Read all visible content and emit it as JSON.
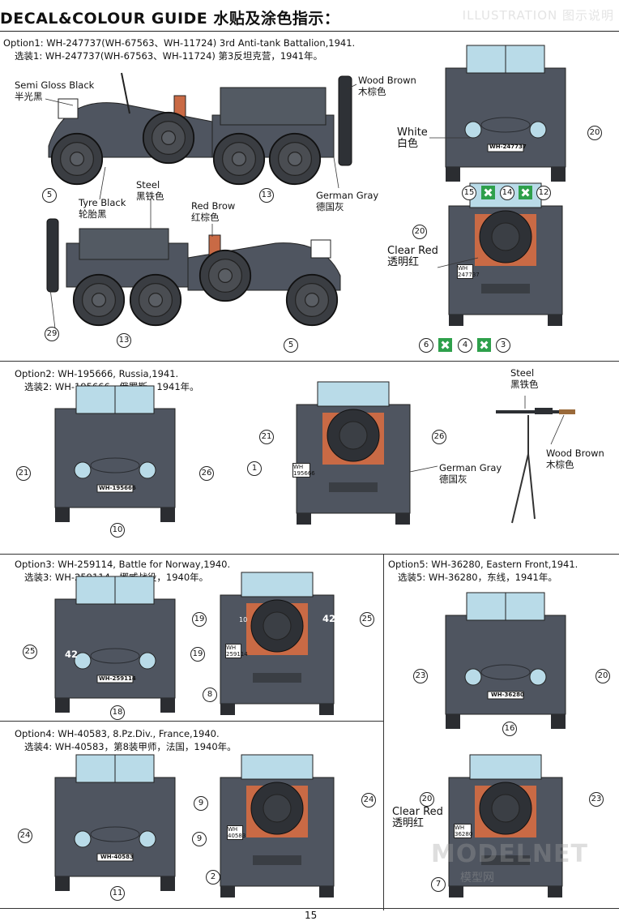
{
  "header": {
    "title": "DECAL&COLOUR GUIDE 水贴及涂色指示：",
    "ghost_title": "ILLUSTRATION 图示说明"
  },
  "options": [
    {
      "line1": "Option1: WH-247737(WH-67563、WH-11724) 3rd Anti-tank Battalion,1941.",
      "line2": "选装1: WH-247737(WH-67563、WH-11724) 第3反坦克营，1941年。"
    },
    {
      "line1": "Option2: WH-195666, Russia,1941.",
      "line2": "选装2: WH-195666，俄罗斯，1941年。"
    },
    {
      "line1": "Option3: WH-259114, Battle for Norway,1940.",
      "line2": "选装3: WH-259114，挪威战役，1940年。"
    },
    {
      "line1": "Option4: WH-40583, 8.Pz.Div., France,1940.",
      "line2": "选装4: WH-40583，第8装甲师，法国，1940年。"
    },
    {
      "line1": "Option5: WH-36280, Eastern Front,1941.",
      "line2": "选装5: WH-36280，东线，1941年。"
    }
  ],
  "labels": {
    "semi_gloss": {
      "en": "Semi Gloss Black",
      "zh": "半光黑"
    },
    "wood_brown": {
      "en": "Wood Brown",
      "zh": "木棕色"
    },
    "white": {
      "en": "White",
      "zh": "白色"
    },
    "tyre_black": {
      "en": "Tyre Black",
      "zh": "轮胎黑"
    },
    "steel": {
      "en": "Steel",
      "zh": "黑铁色"
    },
    "red_brow": {
      "en": "Red Brow",
      "zh": "红棕色"
    },
    "german_gray": {
      "en": "German Gray",
      "zh": "德国灰"
    },
    "clear_red": {
      "en": "Clear Red",
      "zh": "透明红"
    },
    "steel2": {
      "en": "Steel",
      "zh": "黑铁色"
    },
    "wood_brown2": {
      "en": "Wood Brown",
      "zh": "木棕色"
    },
    "german_gray2": {
      "en": "German Gray",
      "zh": "德国灰"
    },
    "clear_red2": {
      "en": "Clear Red",
      "zh": "透明红"
    }
  },
  "plates": {
    "p1": "WH-247737",
    "p1r": "WH 247737",
    "p2": "WH-195666",
    "p2r": "WH 195666",
    "p3": "WH-259114",
    "p3r": "WH 259114",
    "p4": "WH-40583",
    "p4r": "WH 40583",
    "p5": "WH-36280",
    "p5r": "WH 36280"
  },
  "markings": {
    "number_42": "42",
    "number_10": "10"
  },
  "callouts": {
    "n1": "1",
    "n2": "2",
    "n3": "3",
    "n4": "4",
    "n5": "5",
    "n6": "6",
    "n7": "7",
    "n8": "8",
    "n9": "9",
    "n10": "10",
    "n11": "11",
    "n12": "12",
    "n13": "13",
    "n14": "14",
    "n15": "15",
    "n16": "16",
    "n18": "18",
    "n19": "19",
    "n20": "20",
    "n21": "21",
    "n23": "23",
    "n24": "24",
    "n25": "25",
    "n26": "26",
    "n29": "29"
  },
  "page_number": "15",
  "watermark": {
    "main": "MODELNET",
    "sub": "模型网"
  },
  "colors": {
    "german_gray": "#4f5560",
    "window_blue": "#b9dbe8",
    "red_brown": "#c96a45",
    "decal_green": "#2ea04b"
  }
}
